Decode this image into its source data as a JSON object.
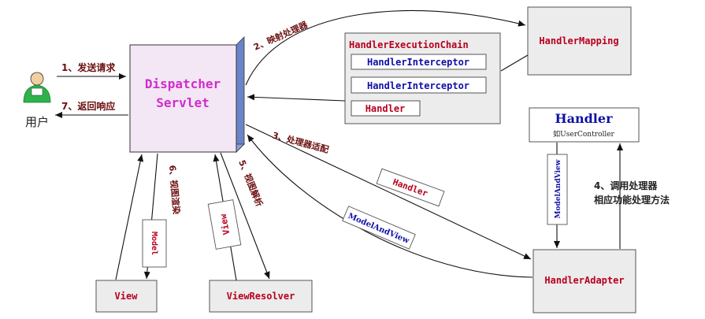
{
  "user": {
    "label": "用户"
  },
  "dispatcher": {
    "line1": "Dispatcher",
    "line2": "Servlet"
  },
  "handler_mapping": {
    "label": "HandlerMapping"
  },
  "execution_chain": {
    "title": "HandlerExecutionChain",
    "interceptor_1": "HandlerInterceptor",
    "interceptor_2": "HandlerInterceptor",
    "handler": "Handler"
  },
  "handler_box": {
    "title": "Handler",
    "subtitle": "如UserController"
  },
  "handler_adapter": {
    "label": "HandlerAdapter"
  },
  "view": {
    "label": "View"
  },
  "view_resolver": {
    "label": "ViewResolver"
  },
  "steps": {
    "s1": "1、发送请求",
    "s2": "2、映射处理器",
    "s3": "3、处理器适配",
    "s4_line1": "4、调用处理器",
    "s4_line2": "相应功能处理方法",
    "s5": "5、视图解析",
    "s6": "6、视图渲染",
    "s7": "7、返回响应"
  },
  "tags": {
    "handler_tag": "Handler",
    "model_and_view_tag": "ModelAndView",
    "model_and_view_vertical": "ModelAndView",
    "view_tag": "View",
    "model_tag": "Model"
  },
  "colors": {
    "red_text": "#b8001e",
    "blue_text": "#0f0fa8",
    "box_fill": "#ececec",
    "dispatcher_fill": "#f3e6f5"
  }
}
